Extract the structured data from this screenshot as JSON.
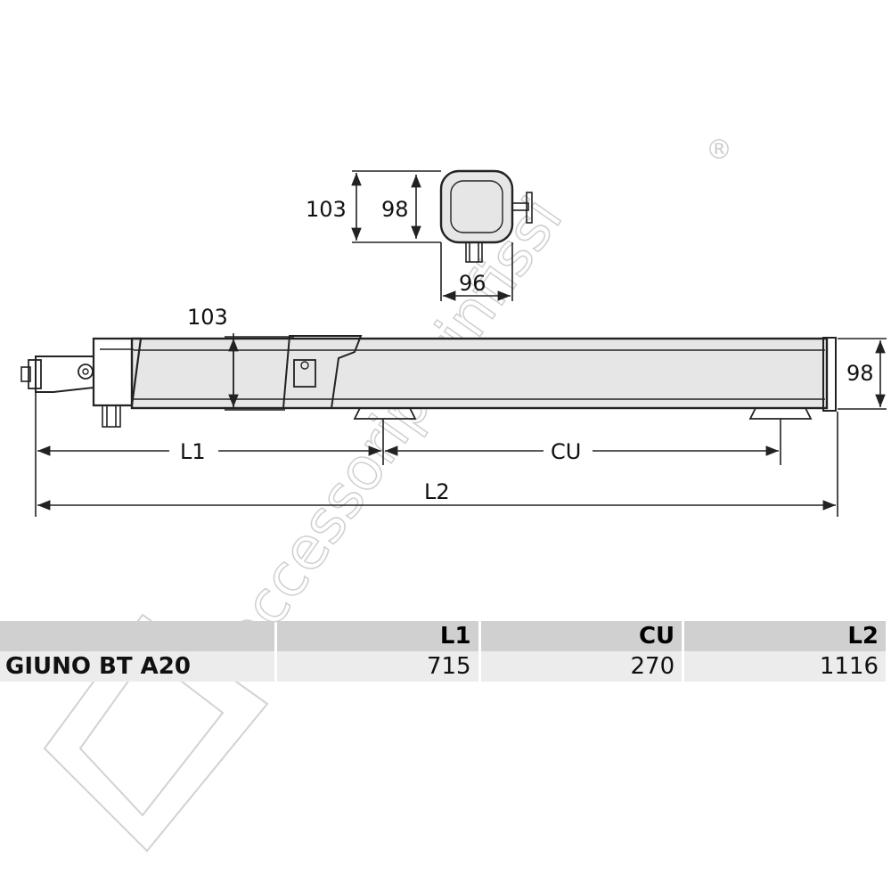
{
  "watermark": {
    "text": "accessoriperinfissi",
    "registered_mark": "®"
  },
  "dimensions": {
    "section_height_outer": "103",
    "section_height_inner": "98",
    "section_width": "96",
    "side_height": "103",
    "end_height": "98",
    "l1_label": "L1",
    "cu_label": "CU",
    "l2_label": "L2"
  },
  "table": {
    "headers": [
      "",
      "L1",
      "CU",
      "L2"
    ],
    "rows": [
      {
        "model": "GIUNO BT A20",
        "values": [
          "715",
          "270",
          "1116"
        ]
      }
    ]
  }
}
